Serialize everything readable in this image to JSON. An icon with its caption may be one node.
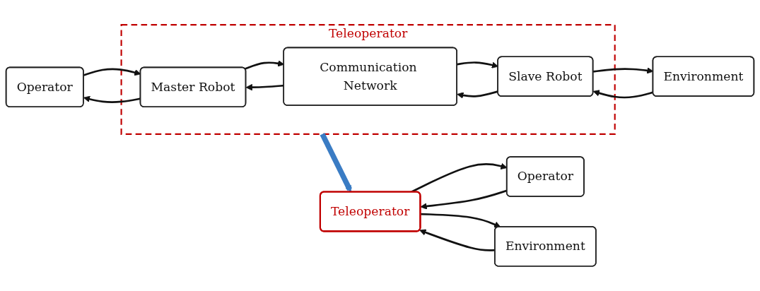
{
  "diagram": {
    "nodes": [
      {
        "text": [
          "Operator"
        ]
      },
      {
        "text": [
          "Teleoperator"
        ]
      },
      {
        "text": [
          "Master Robot"
        ],
        "in": 1
      },
      {
        "text": [
          "Communication Network"
        ],
        "in": 1
      },
      {
        "text": [
          "Slave Robot"
        ],
        "in": 1
      },
      {
        "text": [
          "Environment"
        ]
      },
      {
        "text": [
          "Operator"
        ]
      },
      {
        "text": [
          "Teleoperator"
        ]
      },
      {
        "text": [
          "Environment"
        ]
      }
    ],
    "edges": [
      {
        "from": 0,
        "to": 2,
        "arrow": "to"
      },
      {
        "from": 2,
        "to": 0,
        "arrow": "to"
      },
      {
        "from": 2,
        "to": 3,
        "arrow": "to"
      },
      {
        "from": 3,
        "to": 2,
        "arrow": "to"
      },
      {
        "from": 3,
        "to": 4,
        "arrow": "to"
      },
      {
        "from": 4,
        "to": 3,
        "arrow": "to"
      },
      {
        "from": 4,
        "to": 5,
        "arrow": "to"
      },
      {
        "from": 5,
        "to": 4,
        "arrow": "to"
      },
      {
        "from": 1,
        "to": 7,
        "arrow": "to",
        "style": "thick",
        "color": "#3a7cc4"
      },
      {
        "from": 6,
        "to": 7,
        "arrow": "to"
      },
      {
        "from": 7,
        "to": 6,
        "arrow": "to"
      },
      {
        "from": 7,
        "to": 8,
        "arrow": "to"
      },
      {
        "from": 8,
        "to": 7,
        "arrow": "to"
      }
    ]
  }
}
